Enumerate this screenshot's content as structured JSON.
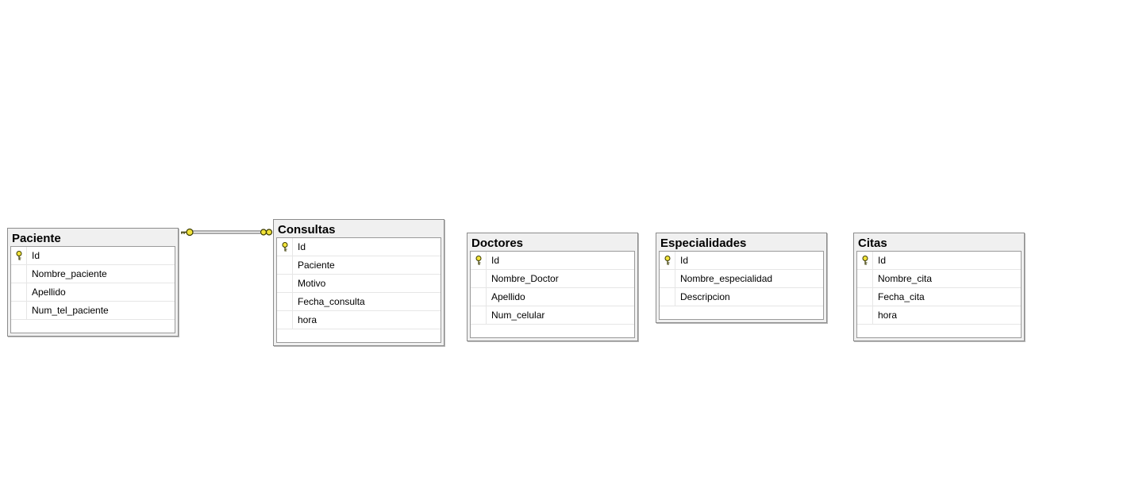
{
  "tables": [
    {
      "name": "Paciente",
      "columns": [
        {
          "name": "Id",
          "primary_key": true
        },
        {
          "name": "Nombre_paciente",
          "primary_key": false
        },
        {
          "name": "Apellido",
          "primary_key": false
        },
        {
          "name": "Num_tel_paciente",
          "primary_key": false
        }
      ]
    },
    {
      "name": "Consultas",
      "columns": [
        {
          "name": "Id",
          "primary_key": true
        },
        {
          "name": "Paciente",
          "primary_key": false
        },
        {
          "name": "Motivo",
          "primary_key": false
        },
        {
          "name": "Fecha_consulta",
          "primary_key": false
        },
        {
          "name": "hora",
          "primary_key": false
        }
      ]
    },
    {
      "name": "Doctores",
      "columns": [
        {
          "name": "Id",
          "primary_key": true
        },
        {
          "name": "Nombre_Doctor",
          "primary_key": false
        },
        {
          "name": "Apellido",
          "primary_key": false
        },
        {
          "name": "Num_celular",
          "primary_key": false
        }
      ]
    },
    {
      "name": "Especialidades",
      "columns": [
        {
          "name": "Id",
          "primary_key": true
        },
        {
          "name": "Nombre_especialidad",
          "primary_key": false
        },
        {
          "name": "Descripcion",
          "primary_key": false
        }
      ]
    },
    {
      "name": "Citas",
      "columns": [
        {
          "name": "Id",
          "primary_key": true
        },
        {
          "name": "Nombre_cita",
          "primary_key": false
        },
        {
          "name": "Fecha_cita",
          "primary_key": false
        },
        {
          "name": "hora",
          "primary_key": false
        }
      ]
    }
  ],
  "relationships": [
    {
      "from": "Paciente",
      "to": "Consultas"
    }
  ],
  "colors": {
    "key_icon": "#f2e33a",
    "line": "#555555",
    "title_bar": "#f0f0f0"
  },
  "icons": {
    "primary_key": "key-icon"
  }
}
